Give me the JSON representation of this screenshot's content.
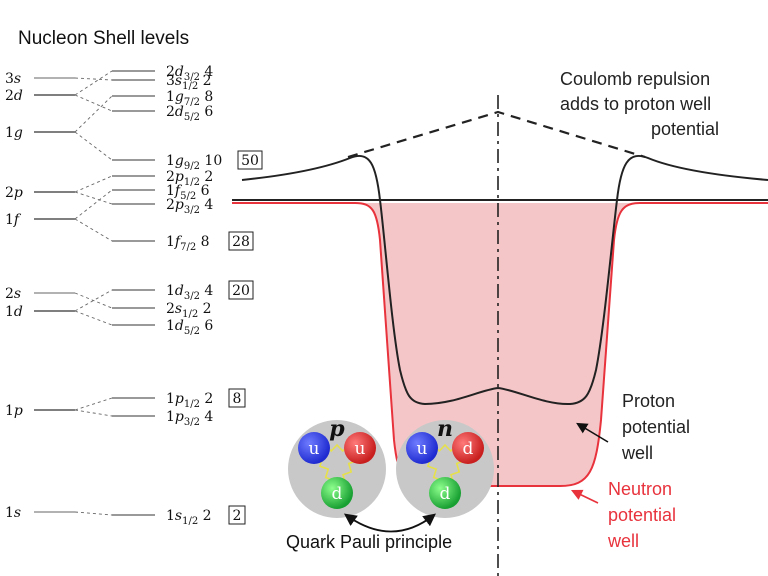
{
  "title": "Nucleon Shell levels",
  "left_levels": [
    {
      "n": "3",
      "l": "s"
    },
    {
      "n": "2",
      "l": "d"
    },
    {
      "n": "1",
      "l": "g"
    },
    {
      "n": "2",
      "l": "p"
    },
    {
      "n": "1",
      "l": "f"
    },
    {
      "n": "2",
      "l": "s"
    },
    {
      "n": "1",
      "l": "d"
    },
    {
      "n": "1",
      "l": "p"
    },
    {
      "n": "1",
      "l": "s"
    }
  ],
  "right_levels": [
    {
      "n": "2",
      "l": "d",
      "j": "3/2",
      "occ": "4",
      "magic": ""
    },
    {
      "n": "3",
      "l": "s",
      "j": "1/2",
      "occ": "2",
      "magic": ""
    },
    {
      "n": "1",
      "l": "g",
      "j": "7/2",
      "occ": "8",
      "magic": ""
    },
    {
      "n": "2",
      "l": "d",
      "j": "5/2",
      "occ": "6",
      "magic": ""
    },
    {
      "n": "1",
      "l": "g",
      "j": "9/2",
      "occ": "10",
      "magic": "50"
    },
    {
      "n": "2",
      "l": "p",
      "j": "1/2",
      "occ": "2",
      "magic": ""
    },
    {
      "n": "1",
      "l": "f",
      "j": "5/2",
      "occ": "6",
      "magic": ""
    },
    {
      "n": "2",
      "l": "p",
      "j": "3/2",
      "occ": "4",
      "magic": ""
    },
    {
      "n": "1",
      "l": "f",
      "j": "7/2",
      "occ": "8",
      "magic": "28"
    },
    {
      "n": "1",
      "l": "d",
      "j": "3/2",
      "occ": "4",
      "magic": "20"
    },
    {
      "n": "2",
      "l": "s",
      "j": "1/2",
      "occ": "2",
      "magic": ""
    },
    {
      "n": "1",
      "l": "d",
      "j": "5/2",
      "occ": "6",
      "magic": ""
    },
    {
      "n": "1",
      "l": "p",
      "j": "1/2",
      "occ": "2",
      "magic": "8"
    },
    {
      "n": "1",
      "l": "p",
      "j": "3/2",
      "occ": "4",
      "magic": ""
    },
    {
      "n": "1",
      "l": "s",
      "j": "1/2",
      "occ": "2",
      "magic": "2"
    }
  ],
  "labels": {
    "coulomb_line1": "Coulomb repulsion",
    "coulomb_line2": "adds to proton well",
    "coulomb_line3": "potential",
    "proton_line1": "Proton",
    "proton_line2": "potential",
    "proton_line3": "well",
    "neutron_line1": "Neutron",
    "neutron_line2": "potential",
    "neutron_line3": "well",
    "quark_pauli": "Quark Pauli principle"
  },
  "nucleons": [
    {
      "symbol": "p",
      "quarks": [
        "u",
        "u",
        "d"
      ]
    },
    {
      "symbol": "n",
      "quarks": [
        "u",
        "d",
        "d"
      ]
    }
  ],
  "colors": {
    "neutron_fill": "#f5c6c8",
    "neutron_line": "#e8323c",
    "proton_line": "#222222",
    "quark_u": "#1f2bd0",
    "quark_d_red": "#d62828",
    "quark_d_green": "#1fb23a",
    "nucleon_bg": "#c8c8c8"
  }
}
